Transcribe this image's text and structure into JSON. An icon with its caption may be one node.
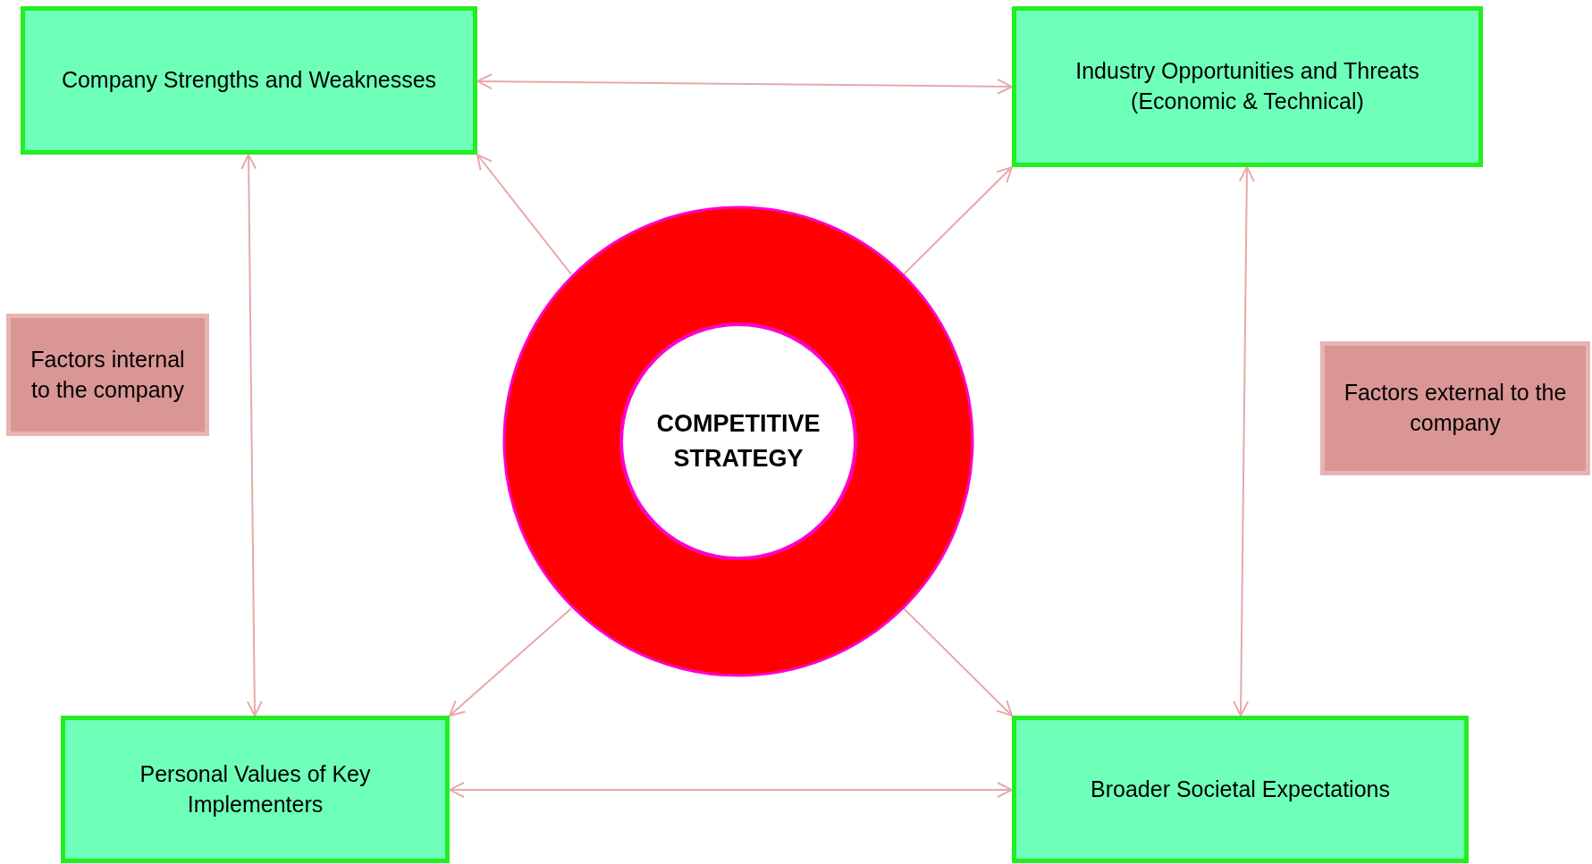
{
  "diagram": {
    "nodes": [
      {
        "text": [
          "Company Strengths  and Weaknesses"
        ]
      },
      {
        "text": [
          "Industry Opportunities and Threats (Economic & Technical)"
        ]
      },
      {
        "text": [
          "Factors internal to the company"
        ]
      },
      {
        "text": [
          "COMPETITIVE STRATEGY"
        ]
      },
      {
        "text": [
          "Factors external to the company"
        ]
      },
      {
        "text": [
          "Personal  Values of Key Implementers"
        ]
      },
      {
        "text": [
          "Broader Societal Expectations"
        ]
      }
    ],
    "edges": [
      {
        "from": 0,
        "to": 1,
        "arrow": "both"
      },
      {
        "from": 3,
        "to": 0,
        "arrow": "to"
      },
      {
        "from": 3,
        "to": 1,
        "arrow": "to"
      },
      {
        "from": 0,
        "to": 5,
        "arrow": "both"
      },
      {
        "from": 1,
        "to": 6,
        "arrow": "both"
      },
      {
        "from": 3,
        "to": 5,
        "arrow": "to"
      },
      {
        "from": 3,
        "to": 6,
        "arrow": "to"
      },
      {
        "from": 5,
        "to": 6,
        "arrow": "both"
      }
    ]
  }
}
